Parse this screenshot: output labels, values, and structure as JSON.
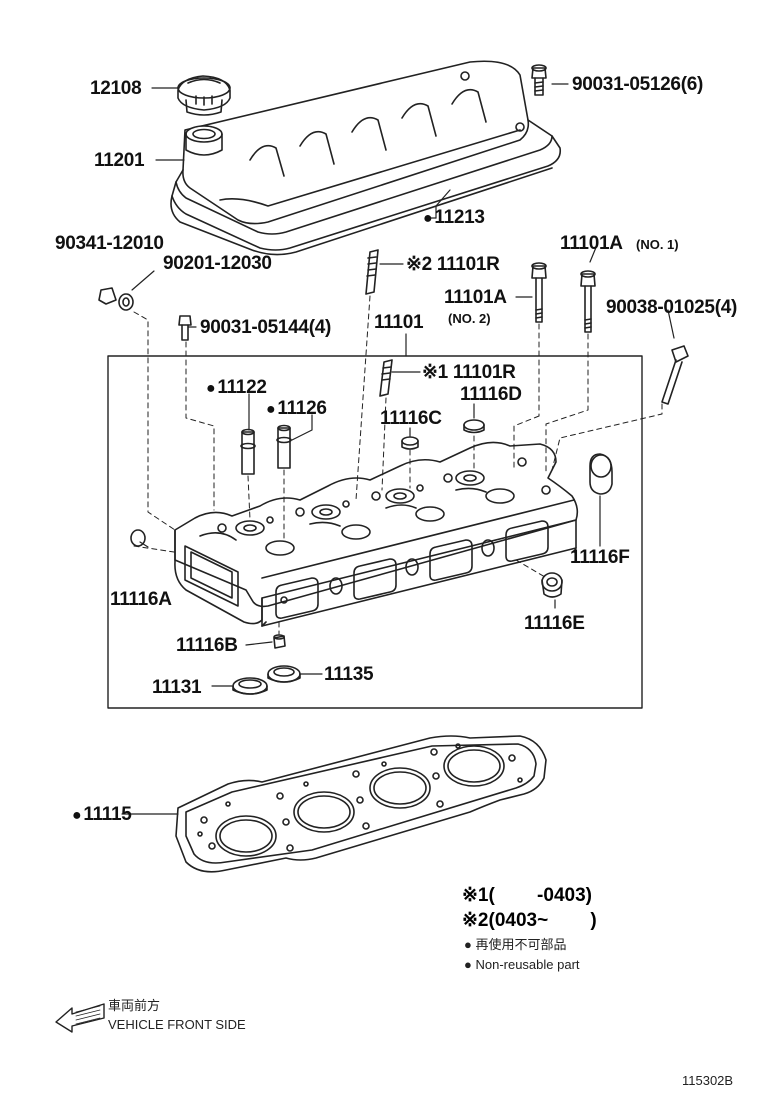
{
  "labels": {
    "p12108": "12108",
    "p11201": "11201",
    "p90031_05126": "90031-05126(6)",
    "p11213": "11213",
    "p90341": "90341-12010",
    "p90201": "90201-12030",
    "p11101R2": "※2 11101R",
    "p11101A1": "11101A",
    "p11101A1_note": "(NO. 1)",
    "p11101A2": "11101A",
    "p11101A2_note": "(NO. 2)",
    "p90031_05144": "90031-05144(4)",
    "p11101": "11101",
    "p90038": "90038-01025(4)",
    "p11101R1": "※1 11101R",
    "p11122": "11122",
    "p11126": "11126",
    "p11116D": "11116D",
    "p11116C": "11116C",
    "p11116F": "11116F",
    "p11116A": "11116A",
    "p11116E": "11116E",
    "p11116B": "11116B",
    "p11135": "11135",
    "p11131": "11131",
    "p11115": "11115"
  },
  "notes": {
    "n1": "※1(        -0403)",
    "n2": "※2(0403~        )",
    "legend_jp": "再使用不可部品",
    "legend_en": "Non-reusable part"
  },
  "direction": {
    "jp": "車両前方",
    "en": "VEHICLE FRONT SIDE"
  },
  "figure_id": "115302B"
}
